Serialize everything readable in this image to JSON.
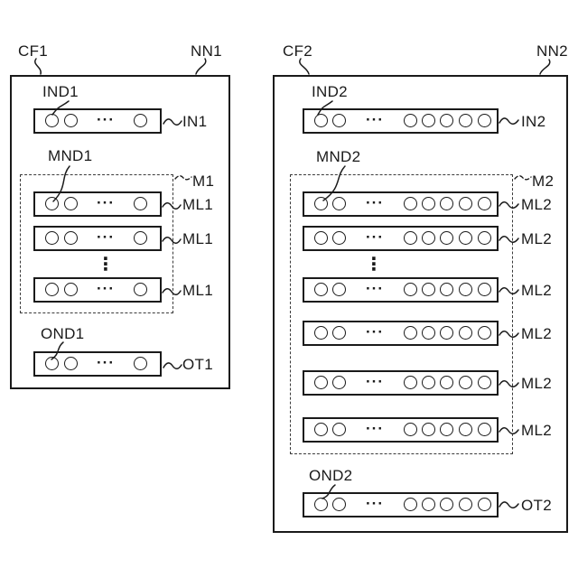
{
  "glyphs": {
    "row_ellipsis": "···",
    "column_ellipsis": "⋮"
  },
  "network1": {
    "config_label": "CF1",
    "network_label": "NN1",
    "input_node_label": "IND1",
    "input_layer_label": "IN1",
    "middle_node_label": "MND1",
    "middle_group_label": "M1",
    "middle_layer_labels": [
      "ML1",
      "ML1",
      "ML1"
    ],
    "output_node_label": "OND1",
    "output_layer_label": "OT1"
  },
  "network2": {
    "config_label": "CF2",
    "network_label": "NN2",
    "input_node_label": "IND2",
    "input_layer_label": "IN2",
    "middle_node_label": "MND2",
    "middle_group_label": "M2",
    "middle_layer_labels": [
      "ML2",
      "ML2",
      "ML2",
      "ML2",
      "ML2",
      "ML2"
    ],
    "output_node_label": "OND2",
    "output_layer_label": "OT2"
  }
}
